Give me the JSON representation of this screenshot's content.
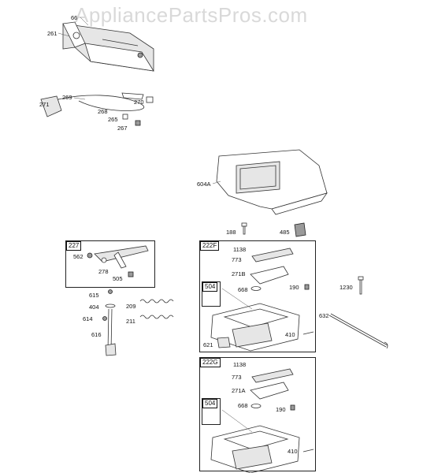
{
  "watermark": "AppliancePartsPros.com",
  "callouts": [
    {
      "text": "66"
    },
    {
      "text": "261"
    },
    {
      "text": "269"
    },
    {
      "text": "271"
    },
    {
      "text": "268"
    },
    {
      "text": "270"
    },
    {
      "text": "265"
    },
    {
      "text": "267"
    },
    {
      "text": "604A"
    },
    {
      "text": "188"
    },
    {
      "text": "485"
    },
    {
      "text": "1138"
    },
    {
      "text": "773"
    },
    {
      "text": "271B"
    },
    {
      "text": "668"
    },
    {
      "text": "190"
    },
    {
      "text": "621"
    },
    {
      "text": "410"
    },
    {
      "text": "562"
    },
    {
      "text": "278"
    },
    {
      "text": "505"
    },
    {
      "text": "615"
    },
    {
      "text": "404"
    },
    {
      "text": "614"
    },
    {
      "text": "616"
    },
    {
      "text": "209"
    },
    {
      "text": "211"
    },
    {
      "text": "1230"
    },
    {
      "text": "632"
    },
    {
      "text": "1138"
    },
    {
      "text": "773"
    },
    {
      "text": "271A"
    },
    {
      "text": "668"
    },
    {
      "text": "190"
    },
    {
      "text": "410"
    }
  ],
  "group_boxes": [
    {
      "label": "227"
    },
    {
      "label": "222F"
    },
    {
      "label": "222G"
    }
  ],
  "sub_boxes": [
    {
      "label": "504"
    },
    {
      "label": "504"
    }
  ]
}
